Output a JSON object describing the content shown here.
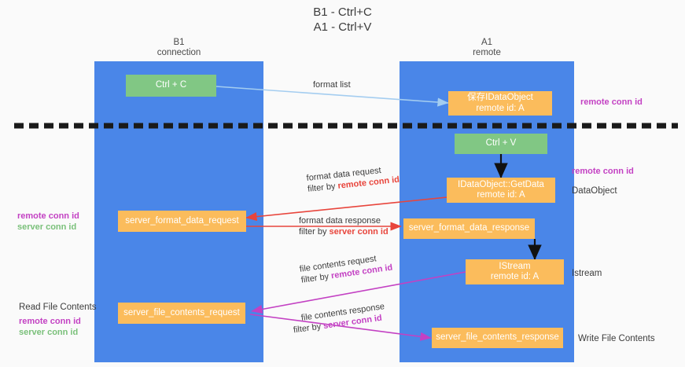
{
  "title": {
    "line1": "B1 - Ctrl+C",
    "line2": "A1 - Ctrl+V"
  },
  "lanes": [
    {
      "name": "B1",
      "sub": "connection"
    },
    {
      "name": "A1",
      "sub": "remote"
    }
  ],
  "boxes": {
    "ctrl_c": {
      "line1": "Ctrl + C"
    },
    "save_idataobject": {
      "line1": "保存IDataObject",
      "line2": "remote id: A"
    },
    "ctrl_v": {
      "line1": "Ctrl + V"
    },
    "getdata": {
      "line1": "IDataObject::GetData",
      "line2": "remote id: A"
    },
    "server_format_data_request": {
      "line1": "server_format_data_request"
    },
    "server_format_data_response": {
      "line1": "server_format_data_response"
    },
    "istream": {
      "line1": "IStream",
      "line2": "remote id: A"
    },
    "server_file_contents_request": {
      "line1": "server_file_contents_request"
    },
    "server_file_contents_response": {
      "line1": "server_file_contents_response"
    }
  },
  "edges": {
    "format_list": {
      "label": "format list"
    },
    "format_data_request": {
      "label": "format data request",
      "filter_prefix": "filter by ",
      "filter_key": "remote conn id"
    },
    "format_data_response": {
      "label": "format data response",
      "filter_prefix": "filter by ",
      "filter_key": "server conn id"
    },
    "file_contents_request": {
      "label": "file contents request",
      "filter_prefix": "filter by ",
      "filter_key": "remote conn id"
    },
    "file_contents_response": {
      "label": "file contents response",
      "filter_prefix": "filter by ",
      "filter_key": "server conn id"
    }
  },
  "right_labels": {
    "remote_conn_id_top": "remote conn id",
    "remote_conn_id_mid": "remote conn id",
    "dataobject": "DataObject",
    "istream": "Istream",
    "write_file_contents": "Write File Contents"
  },
  "left_labels": {
    "remote_conn_id": "remote conn id",
    "server_conn_id": "server conn id",
    "read_file_contents": "Read File Contents",
    "remote_conn_id_2": "remote conn id",
    "server_conn_id_2": "server conn id"
  },
  "colors": {
    "lane": "#4a86e8",
    "green_box": "#81c784",
    "orange_box": "#fbbc5c",
    "magenta": "#c341c3",
    "green_text": "#7ac07a",
    "red_arrow": "#e8453c",
    "light_blue_arrow": "#a4cdf0",
    "divider": "#1a1a1a",
    "background": "#fafafa"
  }
}
